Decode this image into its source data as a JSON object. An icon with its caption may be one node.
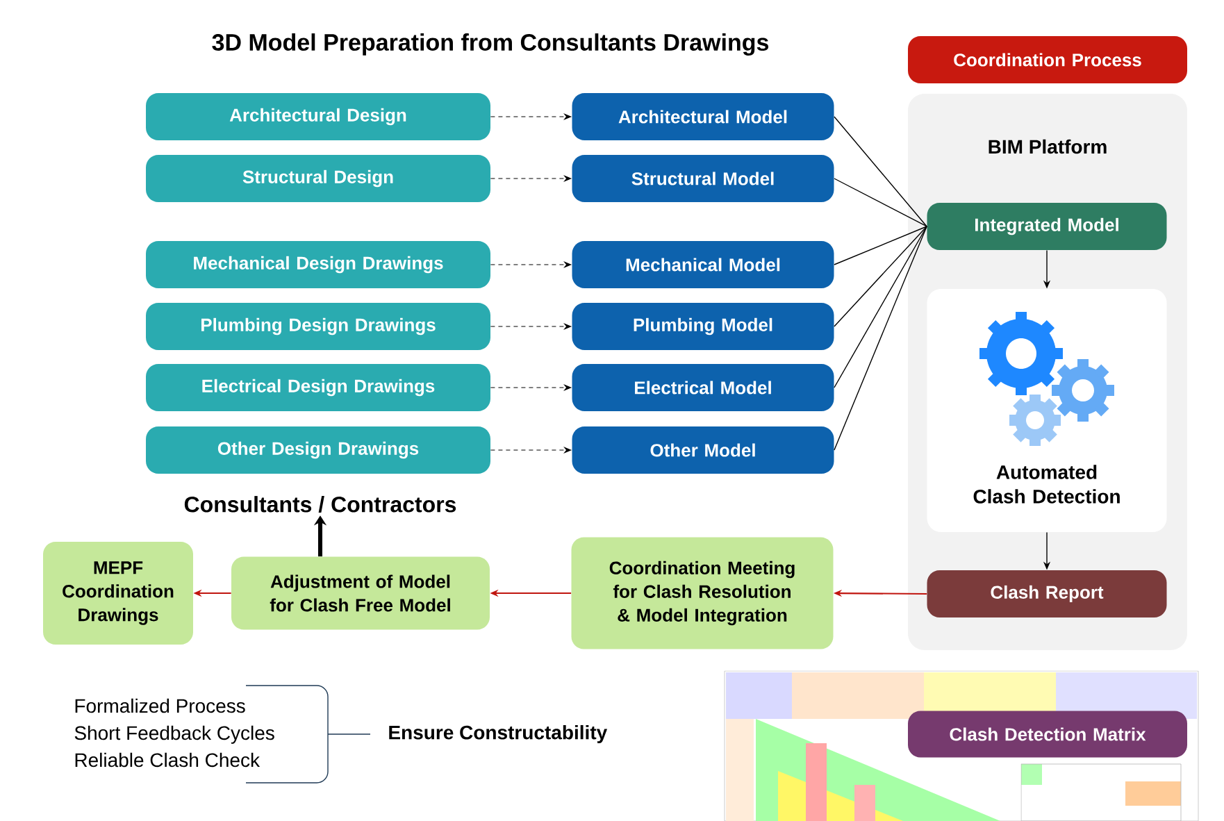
{
  "diagram": {
    "title": "3D Model Preparation from Consultants Drawings",
    "nodes": [
      {
        "text": [
          "Coordination Process"
        ]
      },
      {
        "text": [
          "BIM Platform"
        ]
      },
      {
        "text": [
          "Integrated Model"
        ],
        "in": 1
      },
      {
        "text": [
          "Automated Clash Detection"
        ],
        "in": 1
      },
      {
        "text": [
          "Clash Report"
        ],
        "in": 1
      },
      {
        "text": [
          "Architectural Design"
        ]
      },
      {
        "text": [
          "Structural Design"
        ]
      },
      {
        "text": [
          "Mechanical Design Drawings"
        ]
      },
      {
        "text": [
          "Plumbing Design Drawings"
        ]
      },
      {
        "text": [
          "Electrical Design Drawings"
        ]
      },
      {
        "text": [
          "Other Design Drawings"
        ]
      },
      {
        "text": [
          "Architectural Model"
        ]
      },
      {
        "text": [
          "Structural Model"
        ]
      },
      {
        "text": [
          "Mechanical Model"
        ]
      },
      {
        "text": [
          "Plumbing Model"
        ]
      },
      {
        "text": [
          "Electrical Model"
        ]
      },
      {
        "text": [
          "Other Model"
        ]
      },
      {
        "text": [
          "Consultants / Contractors"
        ]
      },
      {
        "text": [
          "MEPF Coordination Drawings"
        ]
      },
      {
        "text": [
          "Adjustment of Model for Clash Free Model"
        ]
      },
      {
        "text": [
          "Coordination Meeting for Clash Resolution & Model Integration"
        ]
      },
      {
        "text": [
          "Clash Detection Matrix"
        ]
      }
    ],
    "edges": [
      {
        "from": 5,
        "to": 11,
        "arrow": "to",
        "style": "dashed"
      },
      {
        "from": 6,
        "to": 12,
        "arrow": "to",
        "style": "dashed"
      },
      {
        "from": 7,
        "to": 13,
        "arrow": "to",
        "style": "dashed"
      },
      {
        "from": 8,
        "to": 14,
        "arrow": "to",
        "style": "dashed"
      },
      {
        "from": 9,
        "to": 15,
        "arrow": "to",
        "style": "dashed"
      },
      {
        "from": 10,
        "to": 16,
        "arrow": "to",
        "style": "dashed"
      },
      {
        "from": 11,
        "to": 2,
        "arrow": "none"
      },
      {
        "from": 12,
        "to": 2,
        "arrow": "none"
      },
      {
        "from": 13,
        "to": 2,
        "arrow": "none"
      },
      {
        "from": 14,
        "to": 2,
        "arrow": "none"
      },
      {
        "from": 15,
        "to": 2,
        "arrow": "none"
      },
      {
        "from": 16,
        "to": 2,
        "arrow": "none"
      },
      {
        "from": 2,
        "to": 3,
        "arrow": "to"
      },
      {
        "from": 3,
        "to": 4,
        "arrow": "to"
      },
      {
        "from": 4,
        "to": 20,
        "arrow": "to",
        "color": "#c0150f"
      },
      {
        "from": 20,
        "to": 19,
        "arrow": "to",
        "color": "#c0150f"
      },
      {
        "from": 19,
        "to": 18,
        "arrow": "to",
        "color": "#c0150f"
      },
      {
        "from": 19,
        "to": 17,
        "arrow": "to",
        "style": "thick"
      }
    ],
    "labels": [
      "Formalized Process",
      "Short Feedback Cycles",
      "Reliable Clash Check",
      "Ensure Constructability"
    ]
  }
}
